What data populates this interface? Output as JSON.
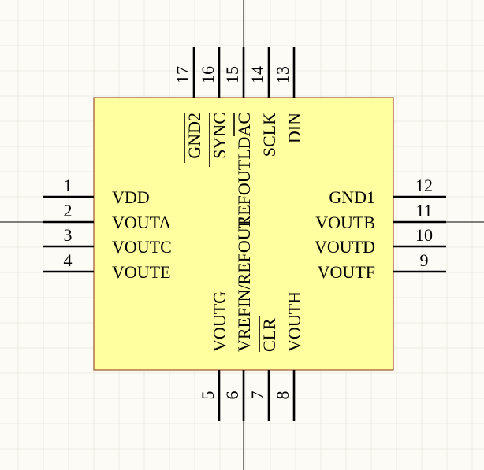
{
  "component": {
    "body_fill": "#ffff9f",
    "body_stroke": "#a0522d",
    "pin_color": "#000000",
    "grid_color": "#ecebe2",
    "crosshair_color": "#000000"
  },
  "pins": {
    "left": [
      {
        "number": "1",
        "name": "VDD"
      },
      {
        "number": "2",
        "name": "VOUTA"
      },
      {
        "number": "3",
        "name": "VOUTC"
      },
      {
        "number": "4",
        "name": "VOUTE"
      }
    ],
    "right": [
      {
        "number": "12",
        "name": "GND1"
      },
      {
        "number": "11",
        "name": "VOUTB"
      },
      {
        "number": "10",
        "name": "VOUTD"
      },
      {
        "number": "9",
        "name": "VOUTF"
      }
    ],
    "top": [
      {
        "number": "17",
        "name": "GND2",
        "overbar": true
      },
      {
        "number": "16",
        "name": "SYNC",
        "overbar": true
      },
      {
        "number": "15",
        "name": "REFOUTLDAC",
        "overbar": true,
        "overbar_chars": 4
      },
      {
        "number": "14",
        "name": "SCLK",
        "overbar": false
      },
      {
        "number": "13",
        "name": "DIN",
        "overbar": false
      }
    ],
    "bottom": [
      {
        "number": "5",
        "name": "VOUTG",
        "overbar": false
      },
      {
        "number": "6",
        "name": "VREFIN/REFOUT",
        "overbar": false
      },
      {
        "number": "7",
        "name": "CLR",
        "overbar": true
      },
      {
        "number": "8",
        "name": "VOUTH",
        "overbar": false
      }
    ]
  }
}
